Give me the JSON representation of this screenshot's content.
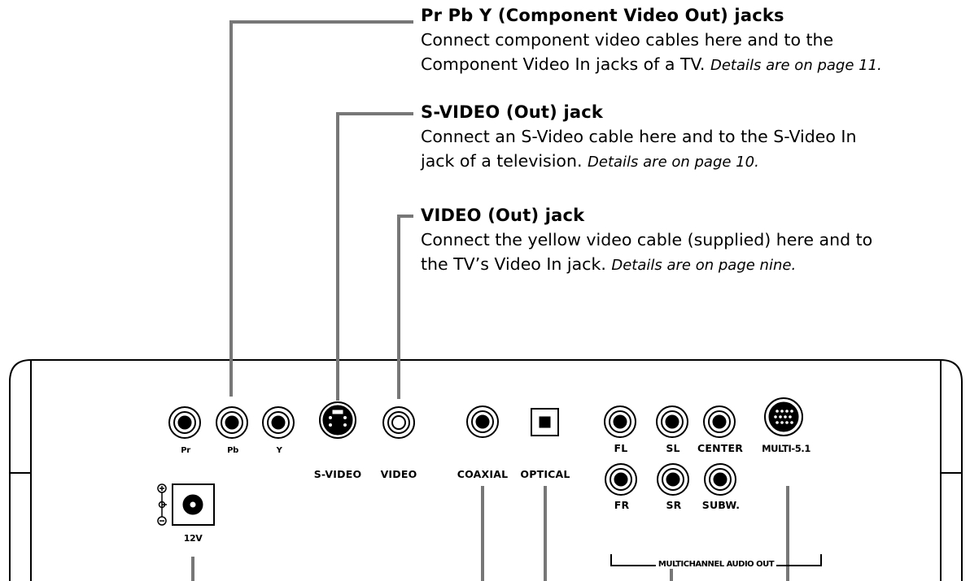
{
  "callouts": [
    {
      "id": "component",
      "title": "Pr Pb Y (Component Video Out) jacks",
      "lines": [
        "Connect component video cables here and to the",
        "Component Video In jacks of a TV."
      ],
      "ref": "Details are on page 11."
    },
    {
      "id": "svideo",
      "title": "S-VIDEO (Out) jack",
      "lines": [
        "Connect an S-Video cable here and to the S-Video In",
        "jack of a television."
      ],
      "ref": "Details are on page 10."
    },
    {
      "id": "video",
      "title": "VIDEO (Out) jack",
      "lines": [
        "Connect the yellow video cable (supplied) here and to",
        "the TV’s Video In jack."
      ],
      "ref": "Details are on page nine."
    }
  ],
  "panel_labels": {
    "pr": "Pr",
    "pb": "Pb",
    "y": "Y",
    "svideo": "S-VIDEO",
    "video": "VIDEO",
    "coaxial": "COAXIAL",
    "optical": "OPTICAL",
    "fl": "FL",
    "sl": "SL",
    "center": "CENTER",
    "multi51": "MULTI-5.1",
    "fr": "FR",
    "sr": "SR",
    "subw": "SUBW.",
    "power": "12V",
    "multichannel": "MULTICHANNEL AUDIO OUT"
  }
}
